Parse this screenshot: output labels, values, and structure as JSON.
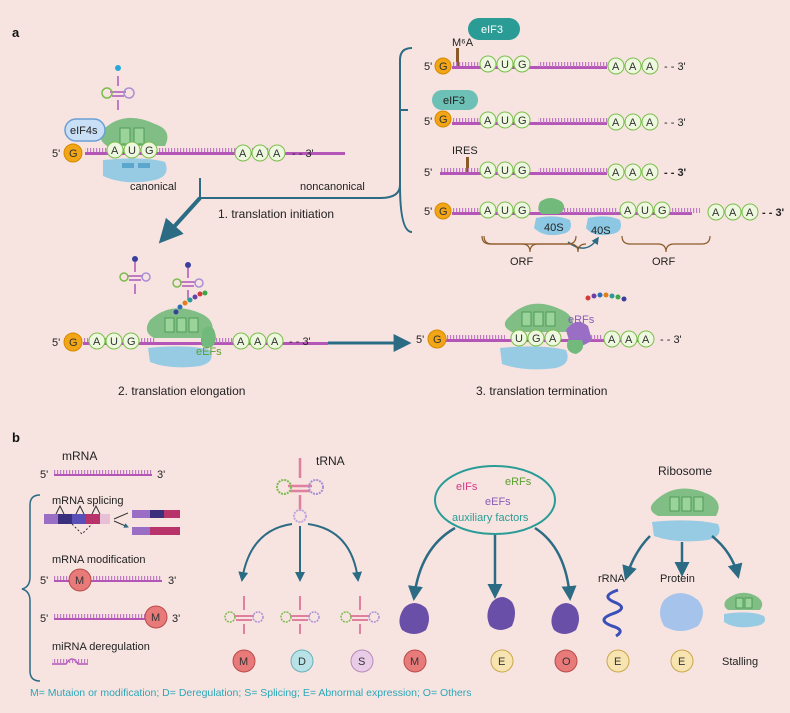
{
  "panels": {
    "a": "a",
    "b": "b"
  },
  "five_prime": "5'",
  "three_prime": "- - 3'",
  "three_prime_plain": "3'",
  "cap_letter": "G",
  "aug": [
    "A",
    "U",
    "G"
  ],
  "uga": [
    "U",
    "G",
    "A"
  ],
  "polya": [
    "A",
    "A",
    "A"
  ],
  "panel_a": {
    "eif4s": "eIF4s",
    "canonical": "canonical",
    "noncanonical": "noncanonical",
    "step1": "1.  translation initiation",
    "step2": "2. translation elongation",
    "step3": "3. translation termination",
    "eif3_a": "eIF3",
    "eif3_b": "eIF3",
    "m6a": "M⁶A",
    "ires": "IRES",
    "s40_a": "40S",
    "s40_b": "40S",
    "orf_a": "ORF",
    "orf_b": "ORF",
    "eefs": "eEFs",
    "erfs": "eRFs"
  },
  "panel_b": {
    "mrna": "mRNA",
    "mrna_splicing": "mRNA splicing",
    "mrna_modification": "mRNA modification",
    "mirna": "miRNA deregulation",
    "trna": "tRNA",
    "ribosome": "Ribosome",
    "eifs": "eIFs",
    "erfs": "eRFs",
    "eefs": "eEFs",
    "auxiliary": "auxiliary factors",
    "rrna": "rRNA",
    "protein": "Protein",
    "stalling": "Stalling",
    "trna_badges": [
      "M",
      "D",
      "S"
    ],
    "factor_badges": [
      "M",
      "E",
      "O"
    ],
    "rrna_badge": "E",
    "protein_badge": "E",
    "mod_badge_a": "M",
    "mod_badge_b": "M",
    "legend": "M= Mutaion or modification; D= Deregulation; S= Splicing; E= Abnormal expression; O= Others"
  },
  "colors": {
    "background": "#f7e4e1",
    "mrna": "#b455b8",
    "nucleotide": "#7bbd4c",
    "cap": "#f2a516",
    "ribosome_large": "#72b97c",
    "ribosome_small": "#8cc8e4",
    "eif3": "#2a9c95",
    "arrow": "#2c6b84",
    "legend": "#2aa7b8"
  }
}
